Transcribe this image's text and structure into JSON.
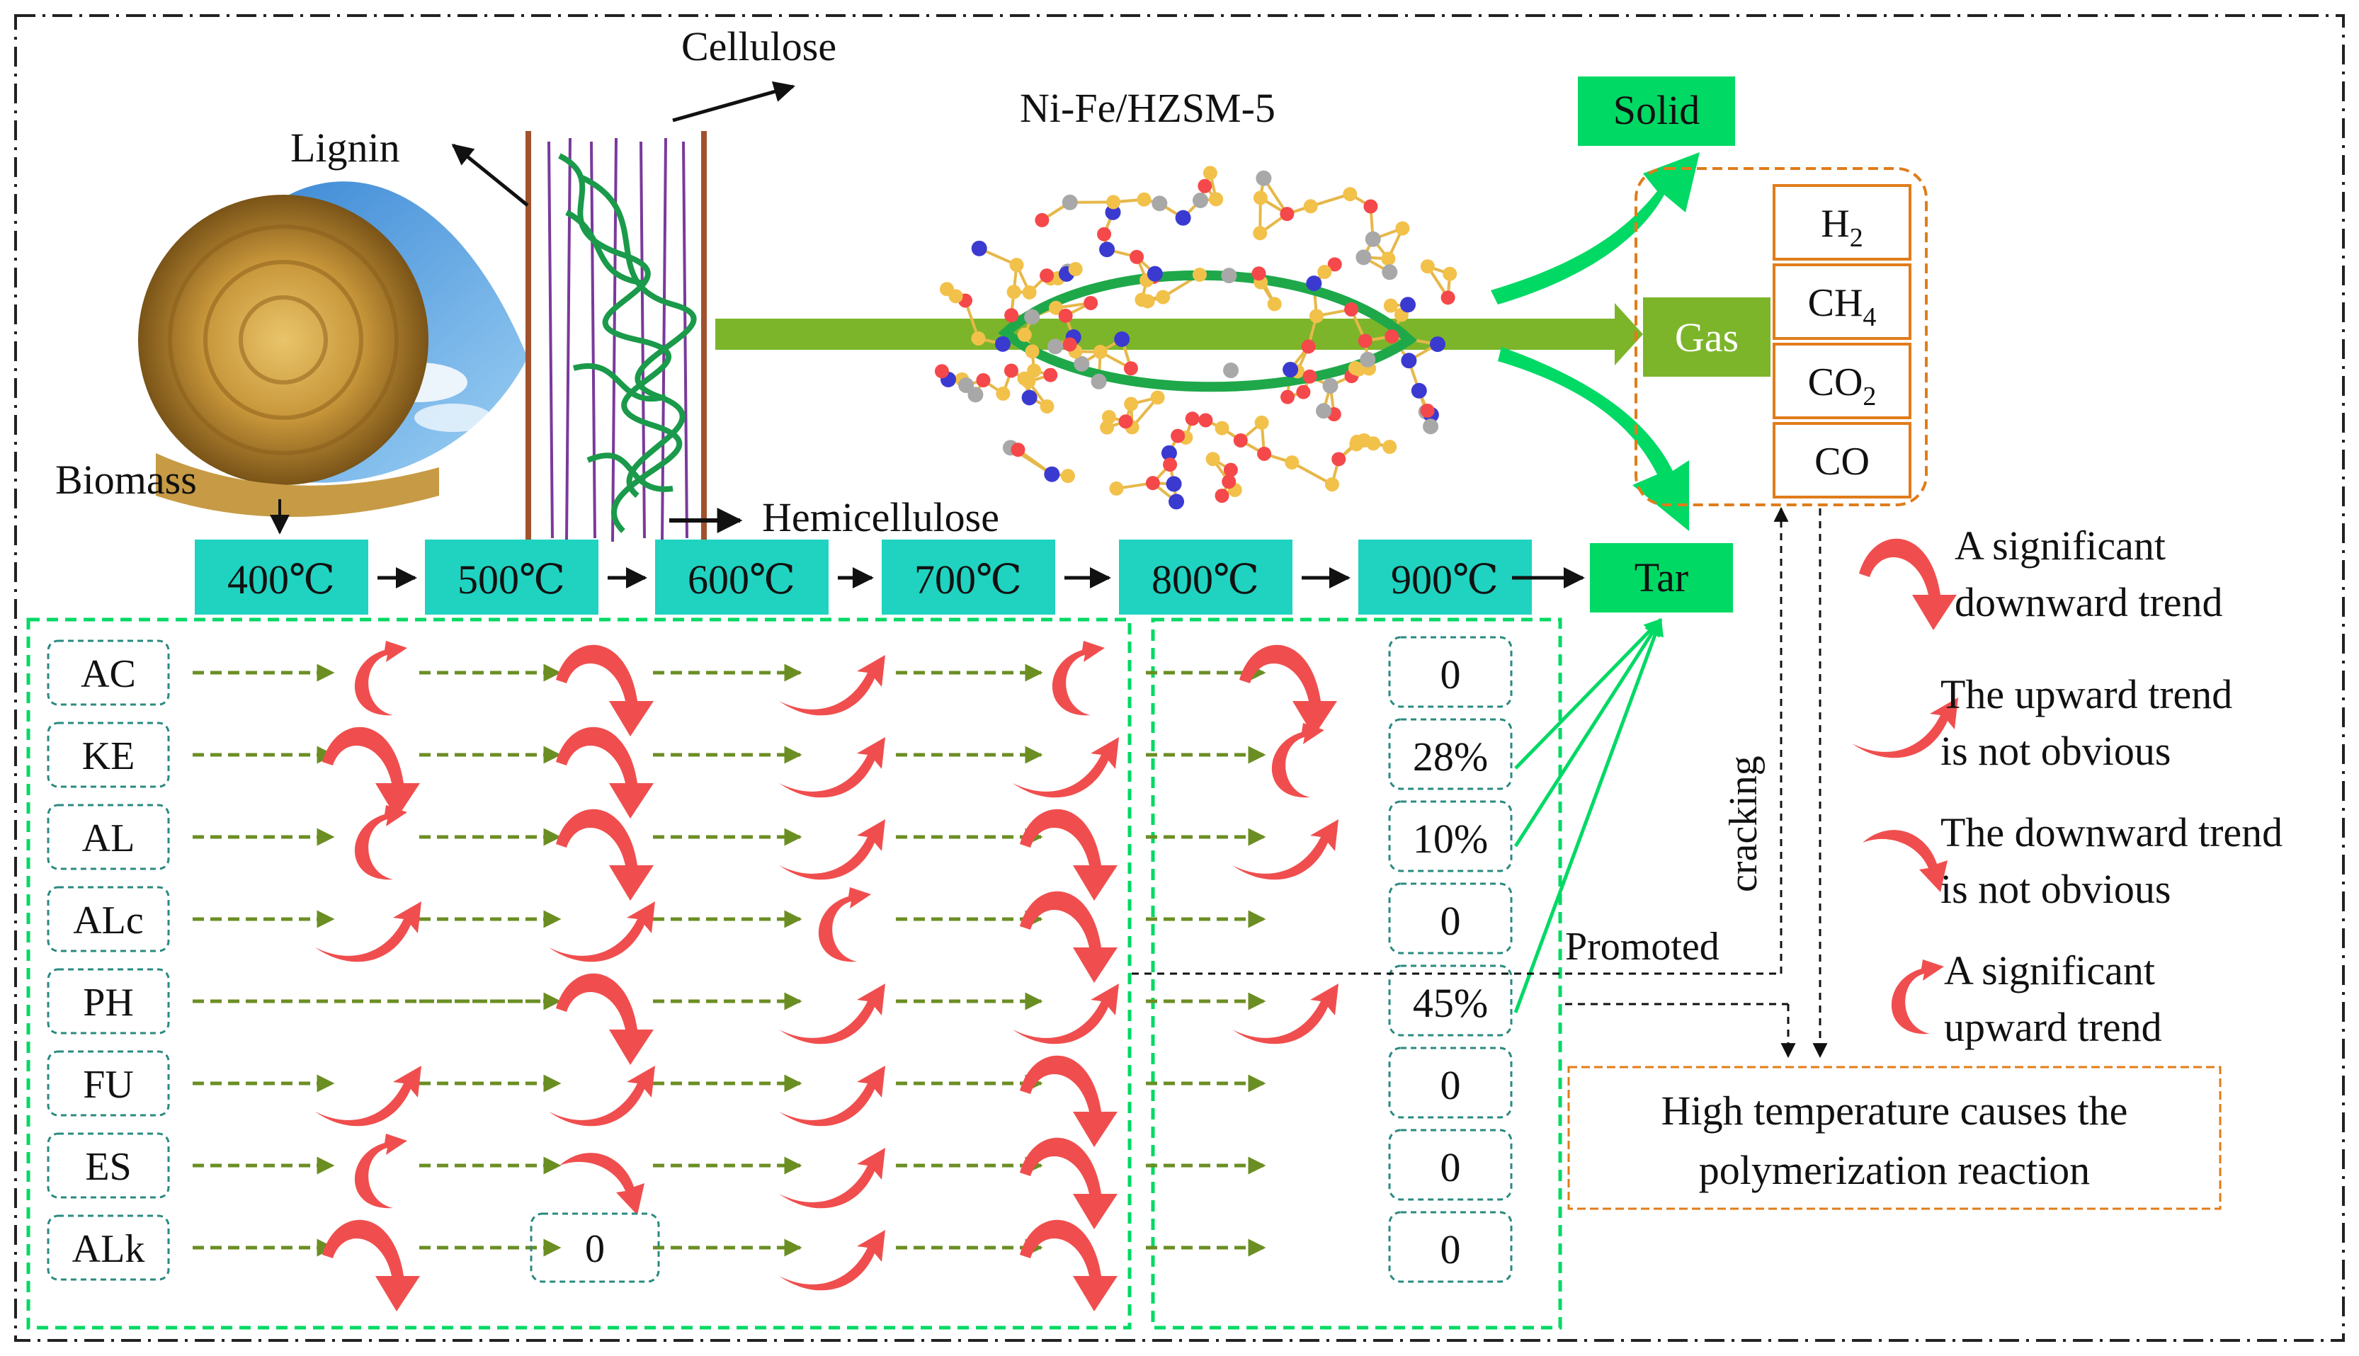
{
  "labels": {
    "cellulose": "Cellulose",
    "lignin": "Lignin",
    "catalyst": "Ni-Fe/HZSM-5",
    "biomass": "Biomass",
    "hemicellulose": "Hemicellulose",
    "solid": "Solid",
    "gas": "Gas",
    "tar": "Tar",
    "cracking": "cracking",
    "promoted": "Promoted",
    "polymerization_line1": "High temperature causes the",
    "polymerization_line2": "polymerization reaction"
  },
  "gases": [
    {
      "base": "H",
      "sub": "2"
    },
    {
      "base": "CH",
      "sub": "4"
    },
    {
      "base": "CO",
      "sub": "2"
    },
    {
      "base": "CO",
      "sub": ""
    }
  ],
  "temperatures": [
    "400℃",
    "500℃",
    "600℃",
    "700℃",
    "800℃",
    "900℃"
  ],
  "compounds": [
    {
      "name": "AC",
      "trends": [
        "su",
        "sd",
        "nu",
        "su",
        "sd"
      ],
      "end": "0"
    },
    {
      "name": "KE",
      "trends": [
        "sd",
        "sd",
        "nu",
        "nu",
        "su"
      ],
      "end": "28%"
    },
    {
      "name": "AL",
      "trends": [
        "su",
        "sd",
        "nu",
        "sd",
        "nu"
      ],
      "end": "10%"
    },
    {
      "name": "ALc",
      "trends": [
        "nu",
        "nu",
        "su",
        "sd",
        ""
      ],
      "end": "0"
    },
    {
      "name": "PH",
      "trends": [
        "",
        "sd",
        "nu",
        "nu",
        "nu"
      ],
      "end": "45%"
    },
    {
      "name": "FU",
      "trends": [
        "nu",
        "nu",
        "nu",
        "sd",
        ""
      ],
      "end": "0"
    },
    {
      "name": "ES",
      "trends": [
        "su",
        "nd",
        "nu",
        "sd",
        ""
      ],
      "end": "0"
    },
    {
      "name": "ALk",
      "trends": [
        "sd",
        "",
        "nu",
        "sd",
        ""
      ],
      "end": "0",
      "mid_box": "0"
    }
  ],
  "legend": [
    {
      "kind": "sd",
      "line1": "A significant",
      "line2": "downward trend"
    },
    {
      "kind": "nu",
      "line1": "The upward trend",
      "line2": "is not obvious"
    },
    {
      "kind": "nd",
      "line1": "The downward trend",
      "line2": "is not obvious"
    },
    {
      "kind": "su",
      "line1": "A significant",
      "line2": "upward trend"
    }
  ],
  "colors": {
    "teal": "#1fd3c0",
    "green": "#00d964",
    "olive": "#6b8e23",
    "gasGreen": "#7cb52a",
    "orange": "#e07c1a",
    "arrowRed": "#f04e4e",
    "boxTeal": "#2a8a80"
  }
}
